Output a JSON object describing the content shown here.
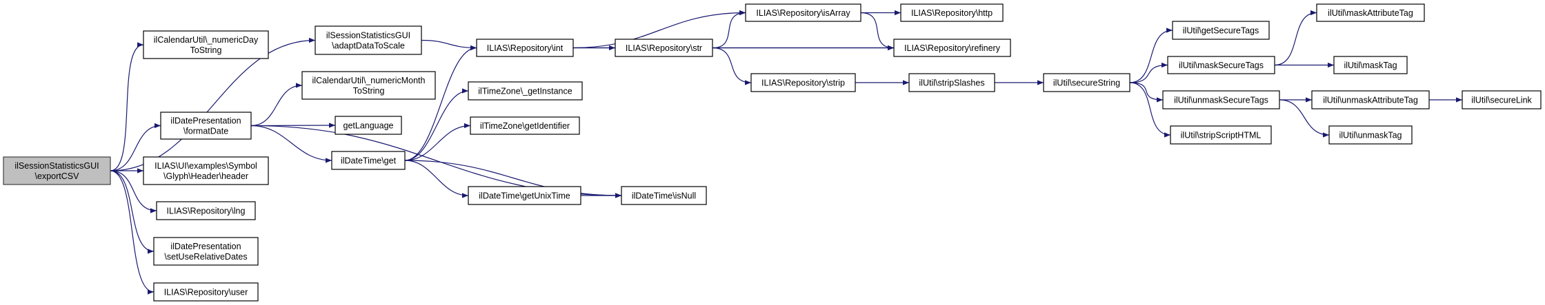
{
  "colors": {
    "edge": "#191970",
    "root_fill": "#bfbfbf",
    "node_fill": "#ffffff"
  },
  "nodes": [
    {
      "id": "exportCSV",
      "lines": [
        "ilSessionStatisticsGUI",
        "\\exportCSV"
      ],
      "root": true
    },
    {
      "id": "numericDay",
      "lines": [
        "ilCalendarUtil\\_numericDay",
        "ToString"
      ]
    },
    {
      "id": "adaptData",
      "lines": [
        "ilSessionStatisticsGUI",
        "\\adaptDataToScale"
      ]
    },
    {
      "id": "formatDate",
      "lines": [
        "ilDatePresentation",
        "\\formatDate"
      ]
    },
    {
      "id": "header",
      "lines": [
        "ILIAS\\UI\\examples\\Symbol",
        "\\Glyph\\Header\\header"
      ]
    },
    {
      "id": "lng",
      "lines": [
        "ILIAS\\Repository\\lng"
      ]
    },
    {
      "id": "setUseRel",
      "lines": [
        "ilDatePresentation",
        "\\setUseRelativeDates"
      ]
    },
    {
      "id": "user",
      "lines": [
        "ILIAS\\Repository\\user"
      ]
    },
    {
      "id": "numericMonth",
      "lines": [
        "ilCalendarUtil\\_numericMonth",
        "ToString"
      ]
    },
    {
      "id": "getLanguage",
      "lines": [
        "getLanguage"
      ]
    },
    {
      "id": "get",
      "lines": [
        "ilDateTime\\get"
      ]
    },
    {
      "id": "int",
      "lines": [
        "ILIAS\\Repository\\int"
      ]
    },
    {
      "id": "getInstance",
      "lines": [
        "ilTimeZone\\_getInstance"
      ]
    },
    {
      "id": "getIdentifier",
      "lines": [
        "ilTimeZone\\getIdentifier"
      ]
    },
    {
      "id": "getUnixTime",
      "lines": [
        "ilDateTime\\getUnixTime"
      ]
    },
    {
      "id": "isNull",
      "lines": [
        "ilDateTime\\isNull"
      ]
    },
    {
      "id": "str",
      "lines": [
        "ILIAS\\Repository\\str"
      ]
    },
    {
      "id": "isArray",
      "lines": [
        "ILIAS\\Repository\\isArray"
      ]
    },
    {
      "id": "http",
      "lines": [
        "ILIAS\\Repository\\http"
      ]
    },
    {
      "id": "refinery",
      "lines": [
        "ILIAS\\Repository\\refinery"
      ]
    },
    {
      "id": "strip",
      "lines": [
        "ILIAS\\Repository\\strip"
      ]
    },
    {
      "id": "stripSlashes",
      "lines": [
        "ilUtil\\stripSlashes"
      ]
    },
    {
      "id": "secureString",
      "lines": [
        "ilUtil\\secureString"
      ]
    },
    {
      "id": "getSecureTags",
      "lines": [
        "ilUtil\\getSecureTags"
      ]
    },
    {
      "id": "maskSecureTags",
      "lines": [
        "ilUtil\\maskSecureTags"
      ]
    },
    {
      "id": "unmaskSecureTags",
      "lines": [
        "ilUtil\\unmaskSecureTags"
      ]
    },
    {
      "id": "stripScriptHTML",
      "lines": [
        "ilUtil\\stripScriptHTML"
      ]
    },
    {
      "id": "maskAttributeTag",
      "lines": [
        "ilUtil\\maskAttributeTag"
      ]
    },
    {
      "id": "maskTag",
      "lines": [
        "ilUtil\\maskTag"
      ]
    },
    {
      "id": "unmaskAttributeTag",
      "lines": [
        "ilUtil\\unmaskAttributeTag"
      ]
    },
    {
      "id": "secureLink",
      "lines": [
        "ilUtil\\secureLink"
      ]
    },
    {
      "id": "unmaskTag",
      "lines": [
        "ilUtil\\unmaskTag"
      ]
    }
  ],
  "edges": [
    [
      "exportCSV",
      "numericDay"
    ],
    [
      "exportCSV",
      "adaptData"
    ],
    [
      "exportCSV",
      "formatDate"
    ],
    [
      "exportCSV",
      "header"
    ],
    [
      "exportCSV",
      "lng"
    ],
    [
      "exportCSV",
      "setUseRel"
    ],
    [
      "exportCSV",
      "user"
    ],
    [
      "adaptData",
      "int"
    ],
    [
      "formatDate",
      "numericMonth"
    ],
    [
      "formatDate",
      "getLanguage"
    ],
    [
      "formatDate",
      "get"
    ],
    [
      "formatDate",
      "isNull"
    ],
    [
      "get",
      "int"
    ],
    [
      "get",
      "getInstance"
    ],
    [
      "get",
      "getIdentifier"
    ],
    [
      "get",
      "isNull"
    ],
    [
      "get",
      "getUnixTime"
    ],
    [
      "getUnixTime",
      "isNull"
    ],
    [
      "int",
      "isArray"
    ],
    [
      "int",
      "str"
    ],
    [
      "int",
      "refinery"
    ],
    [
      "str",
      "isArray"
    ],
    [
      "str",
      "refinery"
    ],
    [
      "str",
      "strip"
    ],
    [
      "isArray",
      "http"
    ],
    [
      "isArray",
      "refinery"
    ],
    [
      "strip",
      "stripSlashes"
    ],
    [
      "stripSlashes",
      "secureString"
    ],
    [
      "secureString",
      "getSecureTags"
    ],
    [
      "secureString",
      "maskSecureTags"
    ],
    [
      "secureString",
      "unmaskSecureTags"
    ],
    [
      "secureString",
      "stripScriptHTML"
    ],
    [
      "maskSecureTags",
      "maskAttributeTag"
    ],
    [
      "maskSecureTags",
      "maskTag"
    ],
    [
      "unmaskSecureTags",
      "unmaskAttributeTag"
    ],
    [
      "unmaskSecureTags",
      "unmaskTag"
    ],
    [
      "unmaskAttributeTag",
      "secureLink"
    ]
  ]
}
